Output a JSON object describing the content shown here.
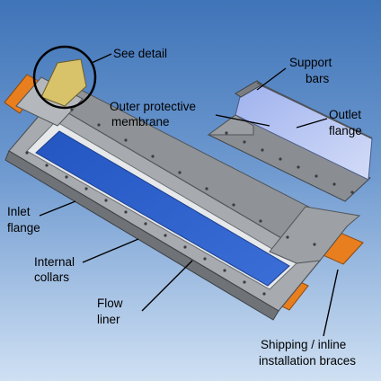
{
  "labels": {
    "see_detail": "See detail",
    "support_bars_1": "Support",
    "support_bars_2": "bars",
    "outer_membrane_1": "Outer protective",
    "outer_membrane_2": "membrane",
    "outlet_flange_1": "Outlet",
    "outlet_flange_2": "flange",
    "inlet_flange_1": "Inlet",
    "inlet_flange_2": "flange",
    "internal_collars_1": "Internal",
    "internal_collars_2": "collars",
    "flow_liner_1": "Flow",
    "flow_liner_2": "liner",
    "braces_1": "Shipping / inline",
    "braces_2": "installation braces"
  },
  "colors": {
    "background_top": "#4a7fbf",
    "background_bottom": "#c7daf0",
    "frame_steel": "#a9acb0",
    "frame_dark": "#6f7378",
    "liner_blue": "#2f62c8",
    "membrane": "#b7c6f2",
    "brace_orange": "#e87e1e",
    "detail_yellow": "#d9c36a"
  }
}
